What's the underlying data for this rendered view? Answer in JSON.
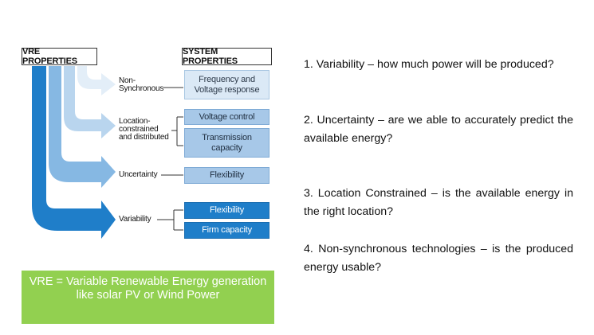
{
  "diagram": {
    "headers": {
      "vre": "VRE PROPERTIES",
      "system": "SYSTEM PROPERTIES"
    },
    "vre_properties": [
      {
        "label": "Non-\nSynchronous"
      },
      {
        "label": "Location-\nconstrained\nand distributed"
      },
      {
        "label": "Uncertainty"
      },
      {
        "label": "Variability"
      }
    ],
    "system_properties": [
      {
        "label": "Frequency and\nVoltage response"
      },
      {
        "label": "Voltage control"
      },
      {
        "label": "Transmission\ncapacity"
      },
      {
        "label": "Flexibility"
      },
      {
        "label": "Flexibility"
      },
      {
        "label": "Firm capacity"
      }
    ],
    "colors": {
      "lightest": "#dbe9f6",
      "light": "#a7c8e8",
      "medium": "#7fb3e0",
      "dark": "#1f7ec9"
    }
  },
  "note": "VRE = Variable Renewable Energy generation like solar PV or Wind Power",
  "list": [
    "1. Variability – how much power will be produced?",
    "2. Uncertainty – are we able to accurately predict the available energy?",
    "3. Location Constrained – is the available energy in the right location?",
    "4. Non-synchronous technologies – is the produced energy usable?"
  ]
}
